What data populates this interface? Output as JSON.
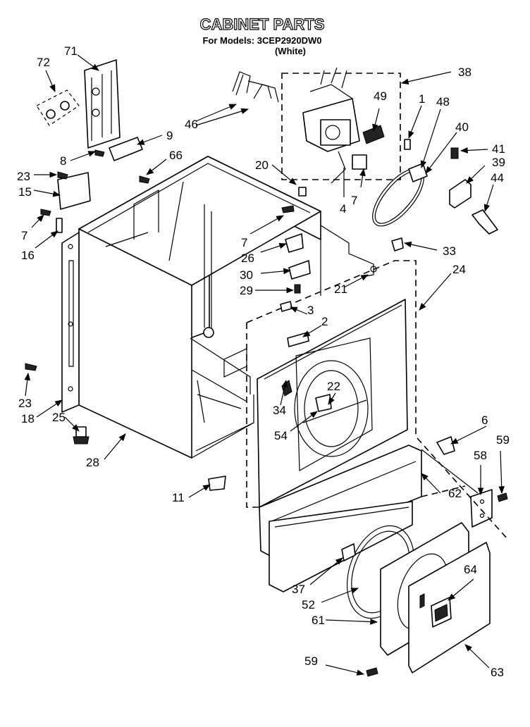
{
  "header": {
    "title": "CABINET PARTS",
    "subtitle": "For Models: 3CEP2920DW0",
    "variant": "(White)"
  },
  "part_numbers": {
    "p1": "1",
    "p2": "2",
    "p3": "3",
    "p4": "4",
    "p6": "6",
    "p7a": "7",
    "p7b": "7",
    "p7c": "7",
    "p8": "8",
    "p9": "9",
    "p11": "11",
    "p15": "15",
    "p16": "16",
    "p18": "18",
    "p20": "20",
    "p21": "21",
    "p22": "22",
    "p23a": "23",
    "p23b": "23",
    "p24": "24",
    "p25": "25",
    "p26": "26",
    "p28": "28",
    "p29": "29",
    "p30": "30",
    "p33": "33",
    "p34": "34",
    "p37": "37",
    "p38": "38",
    "p39": "39",
    "p40": "40",
    "p41": "41",
    "p44": "44",
    "p46": "46",
    "p48": "48",
    "p49": "49",
    "p52": "52",
    "p54": "54",
    "p58": "58",
    "p59a": "59",
    "p59b": "59",
    "p61": "61",
    "p62": "62",
    "p63": "63",
    "p64": "64",
    "p66": "66",
    "p71": "71",
    "p72": "72"
  },
  "arrowhead_marker": "arrow-icon"
}
